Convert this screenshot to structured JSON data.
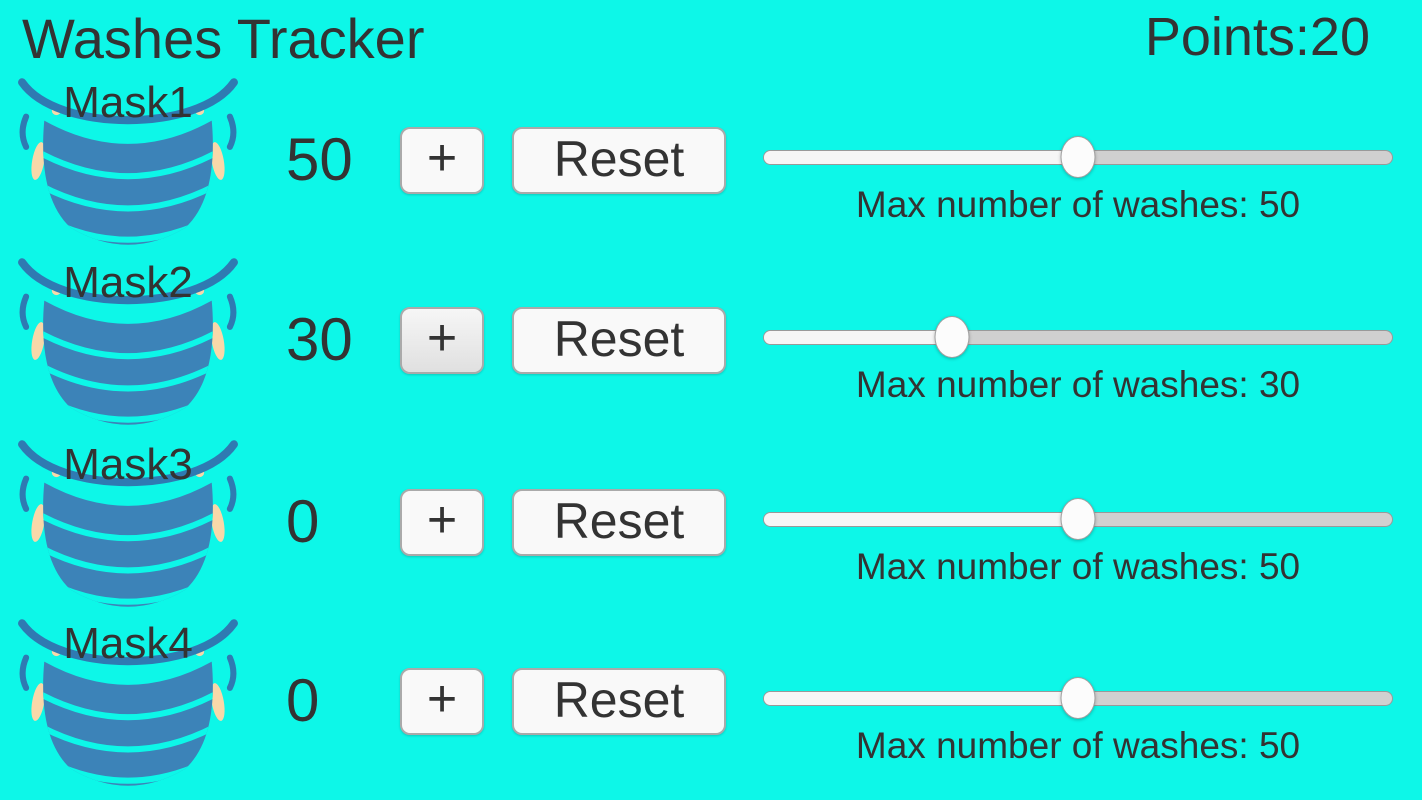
{
  "header": {
    "title": "Washes Tracker",
    "points_label": "Points:",
    "points_value": "20"
  },
  "rows": [
    {
      "mask_label": "Mask1",
      "count": "50",
      "plus_label": "+",
      "reset_label": "Reset",
      "slider_percent": 50,
      "max_label": "Max number of washes: 50"
    },
    {
      "mask_label": "Mask2",
      "count": "30",
      "plus_label": "+",
      "reset_label": "Reset",
      "slider_percent": 30,
      "max_label": "Max number of washes: 30"
    },
    {
      "mask_label": "Mask3",
      "count": "0",
      "plus_label": "+",
      "reset_label": "Reset",
      "slider_percent": 50,
      "max_label": "Max number of washes: 50"
    },
    {
      "mask_label": "Mask4",
      "count": "0",
      "plus_label": "+",
      "reset_label": "Reset",
      "slider_percent": 50,
      "max_label": "Max number of washes: 50"
    }
  ],
  "colors": {
    "background": "#0df7e8",
    "text": "#333333",
    "mask_body": "#3c83b8",
    "mask_arc": "#2f7ab2",
    "ear_loop": "#f8d8a9",
    "button_bg": "#f9f9f9",
    "button_border": "#aaaaaa",
    "track_fill": "#f6f6f6",
    "track_rest": "#d0d0d0",
    "track_border": "#999999"
  }
}
